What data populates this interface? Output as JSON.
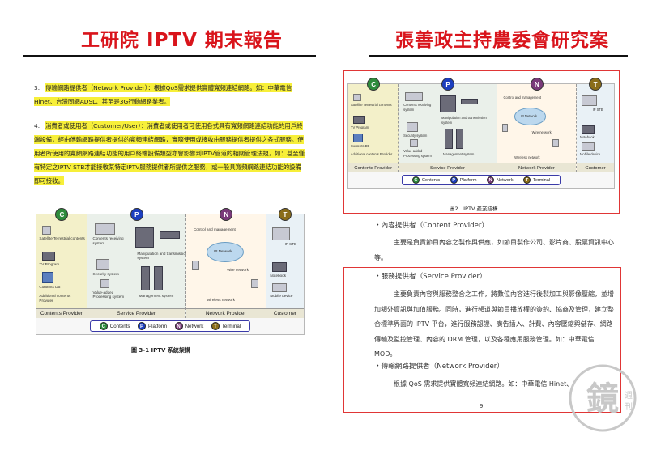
{
  "titles": {
    "left": "工研院 IPTV 期末報告",
    "right": "張善政主持農委會研究案"
  },
  "left_doc": {
    "item3_num": "3.",
    "item3_hl": "傳輸網路提供者（Network Provider）：根據QoS需求提供實體寬頻連結網路。如：中華電信Hinet、台灣固網ADSL、甚至是3G行動網路業者。",
    "item4_num": "4.",
    "item4_hl": "消費者或使用者（Customer/User）：消費者或使用者可使用各式具有寬頻網路連結功能的用戶終端設備，經由傳輸網路提供者提供的寬頻連結網路，實際使用或接收由服務提供者提供之各式服務。使用者所使用的寬頻網路連結功能的用戶終端設備類型亦會影響到IPTV管道的相關管理法規，如：甚至僅有特定之IPTV STB才能接收某特定IPTV服務提供者所提供之服務，或一般具寬頻網路連結功能的設備即可接收。",
    "caption": "圖 3-1 IPTV 系統架構"
  },
  "diagram": {
    "zones": [
      "Contents Provider",
      "Service Provider",
      "Network Provider",
      "Customer"
    ],
    "badges": [
      "C",
      "P",
      "N",
      "T"
    ],
    "legend": [
      {
        "letter": "C",
        "label": "Contents"
      },
      {
        "letter": "P",
        "label": "Platform"
      },
      {
        "letter": "N",
        "label": "Network"
      },
      {
        "letter": "T",
        "label": "Terminal"
      }
    ],
    "contents_labels": [
      "Satellite Terrestrial contents",
      "TV Program",
      "Contents DB",
      "Additional contents Provider"
    ],
    "service_labels": [
      "Contents receiving system",
      "Manipulation and transmission system",
      "Security system",
      "Value-added Processing system",
      "Management system"
    ],
    "network_labels": [
      "Control and management",
      "IP Network",
      "Wire network",
      "Wireless network"
    ],
    "customer_labels": [
      "IP STB",
      "Notebook",
      "Mobile device"
    ],
    "colors": {
      "C": "#2e8b3c",
      "P": "#1d3fbf",
      "N": "#7a3a7a",
      "T": "#8a6d1a"
    }
  },
  "right_doc": {
    "fig_caption": "圖2　IPTV 產業結構",
    "content_provider_head": "・內容提供者（Content Provider）",
    "content_provider_body": "主要是負責節目內容之製作與供應，如節目製作公司、影片商、股票資訊中心等。",
    "service_provider_head": "・服務提供者（Service Provider）",
    "service_provider_body": "主要負責內容與服務整合之工作，將數位內容進行後製加工與影像壓縮，並增加額外資訊與加值服務。同時，進行頻道與節目播放權的簽約、協商及管理，建立整合標準界面的 IPTV 平台，進行服務認證、廣告插入、計費、內容壓縮與儲存、網路傳輸及監控管理、內容的 DRM 管理，以及各種應用服務管理。如：中華電信 MOD。",
    "network_provider_head": "・傳輸網路提供者（Network Provider）",
    "network_provider_body": "根據 QoS 需求提供實體寬頻連結網路。如：中華電信 Hinet、",
    "page_number": "9"
  },
  "watermark": {
    "text": "鏡週刊"
  }
}
